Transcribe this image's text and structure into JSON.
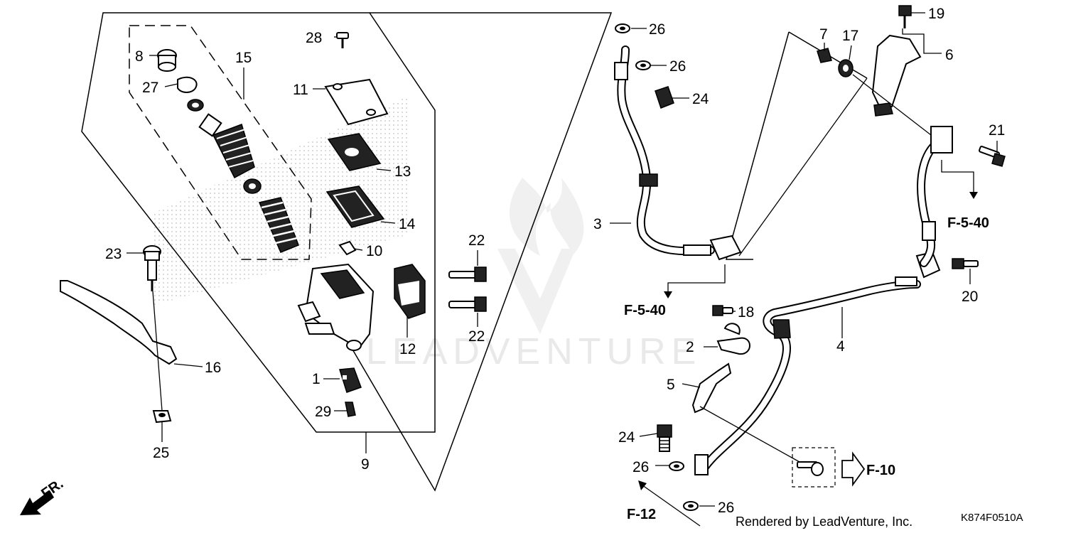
{
  "diagram": {
    "watermark_text": "LEADVENTURE",
    "direction_label": "FR.",
    "credit": "Rendered by LeadVenture, Inc.",
    "diagram_code": "K874F0510A",
    "references": [
      "F-5-40",
      "F-5-40",
      "F-10",
      "F-12"
    ],
    "callouts": [
      "1",
      "2",
      "3",
      "4",
      "5",
      "6",
      "7",
      "8",
      "9",
      "10",
      "11",
      "12",
      "13",
      "14",
      "15",
      "16",
      "17",
      "18",
      "19",
      "20",
      "21",
      "22",
      "22",
      "23",
      "24",
      "24",
      "25",
      "26",
      "26",
      "26",
      "26",
      "27",
      "28",
      "29"
    ]
  }
}
